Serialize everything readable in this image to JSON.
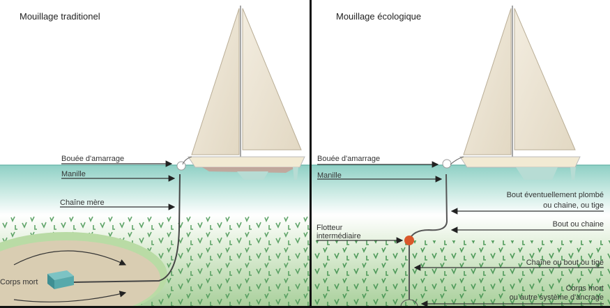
{
  "left_panel": {
    "title": "Mouillage traditionel",
    "labels": {
      "buoy": "Bouée d'amarrage",
      "shackle": "Manille",
      "mother_chain": "Chaîne mère",
      "dead_weight": "Corps mort"
    }
  },
  "right_panel": {
    "title": "Mouillage écologique",
    "labels": {
      "buoy": "Bouée d'amarrage",
      "shackle": "Manille",
      "rope_line1": "Bout éventuellement plombé",
      "rope_line2": "ou chaine, ou tige",
      "rope_or_chain": "Bout ou chaine",
      "float_line1": "Flotteur",
      "float_line2": "intermédiaire",
      "chain_rope_rod": "Chaîne ou bout ou tige",
      "anchor_line1": "Corps mort",
      "anchor_line2": "ou autre système d'ancrage"
    }
  },
  "colors": {
    "water": "#9fd6cc",
    "seagrass": "#4f9a5a",
    "seabed": "#d9cdb2",
    "float": "#d9582b"
  }
}
